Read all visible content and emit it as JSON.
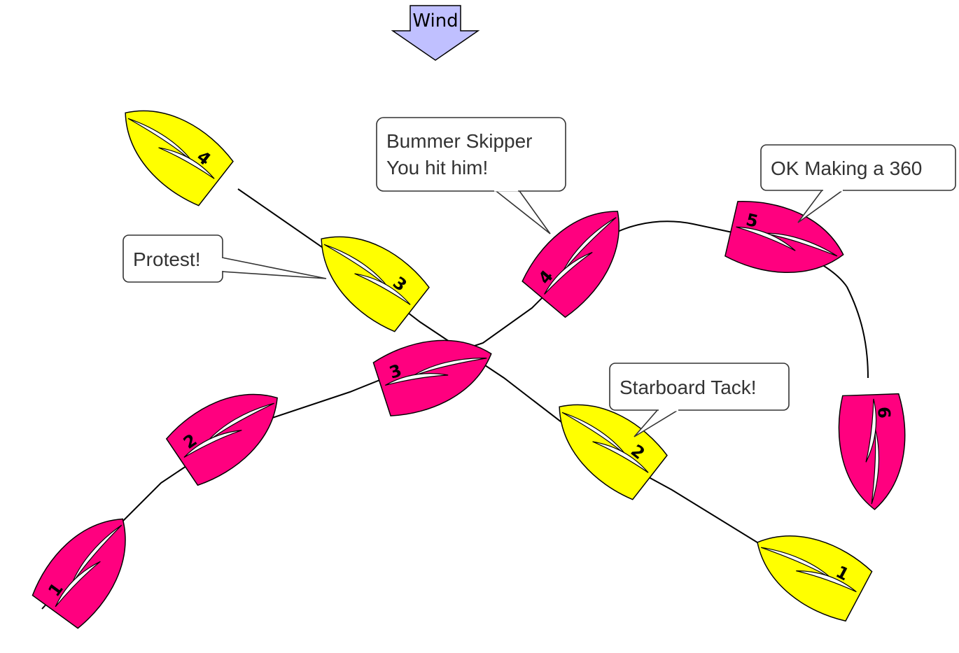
{
  "wind": {
    "label": "Wind"
  },
  "colors": {
    "yellow_boat": "#ffff00",
    "magenta_boat": "#ff007f",
    "wind_arrow": "#c0c0ff"
  },
  "yellow_boats": [
    "4",
    "3",
    "2",
    "1"
  ],
  "magenta_boats": [
    "1",
    "2",
    "3",
    "4",
    "5",
    "6"
  ],
  "bubbles": {
    "bummer_line1": "Bummer Skipper",
    "bummer_line2": "You hit him!",
    "ok_360": "OK Making a 360",
    "protest": "Protest!",
    "starboard": "Starboard Tack!"
  }
}
